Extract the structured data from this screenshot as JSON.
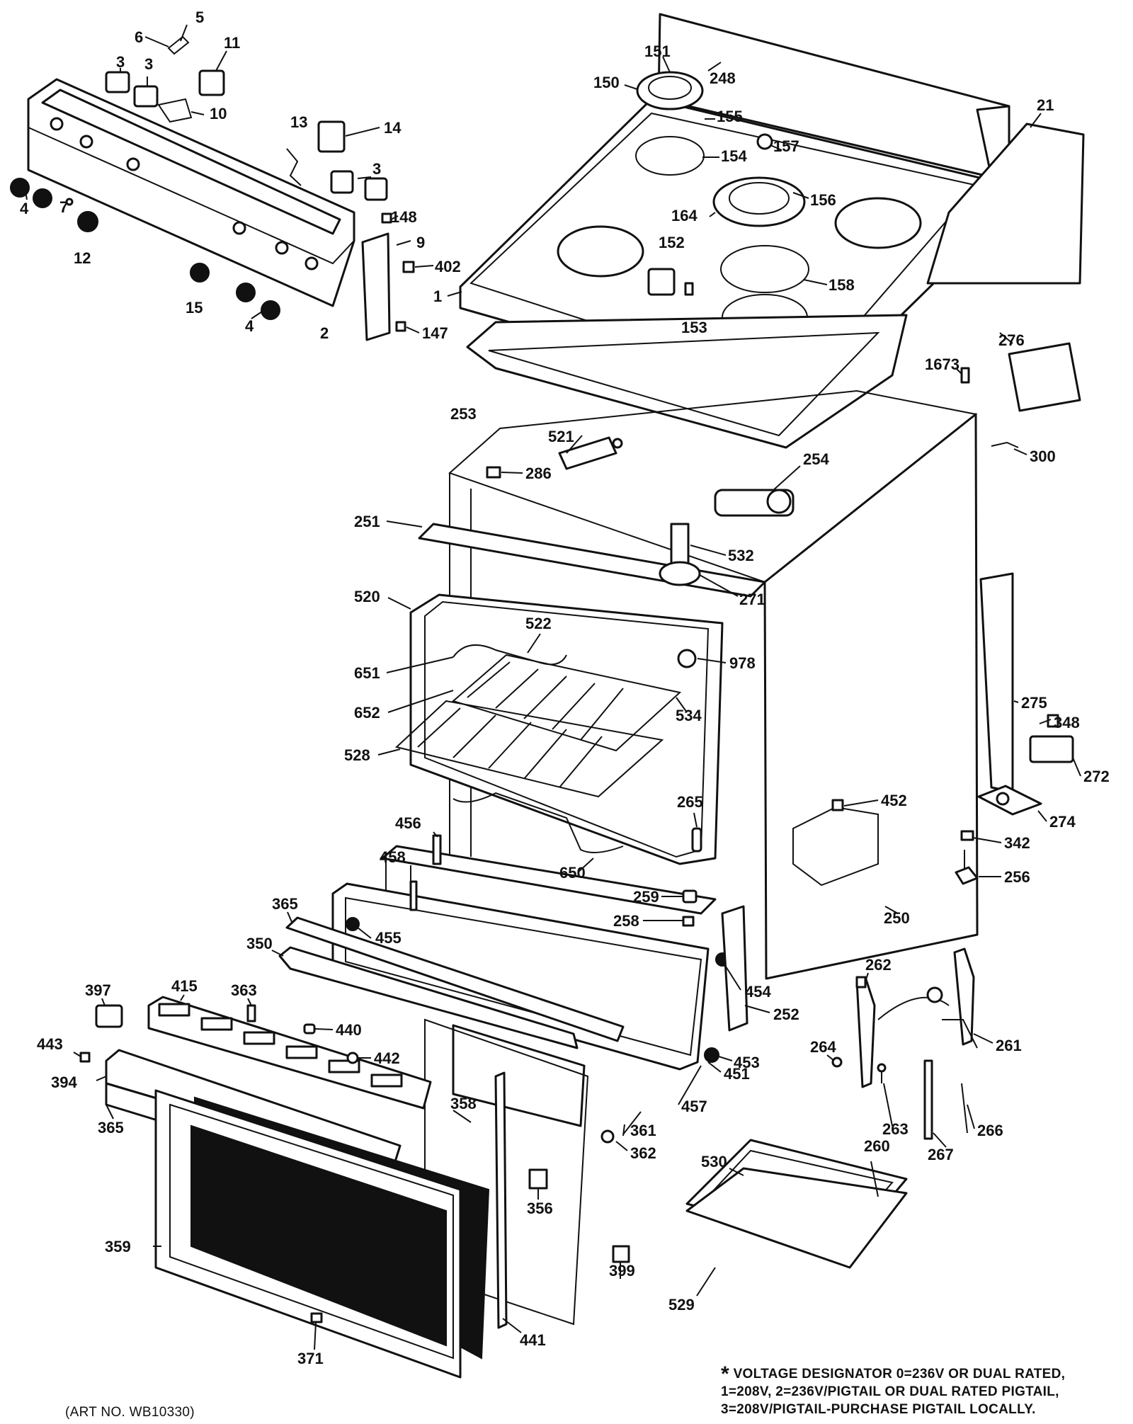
{
  "labels": {
    "l5": "5",
    "l6": "6",
    "l11": "11",
    "l3a": "3",
    "l3b": "3",
    "l10": "10",
    "l13": "13",
    "l14": "14",
    "l3c": "3",
    "l4a": "4",
    "l7": "7",
    "l12": "12",
    "l148": "148",
    "l9": "9",
    "l402": "402",
    "l15": "15",
    "l4b": "4",
    "l2": "2",
    "l147": "147",
    "l151": "151",
    "l248": "248",
    "l150": "150",
    "l155": "155",
    "l157": "157",
    "l154": "154",
    "l156": "156",
    "l164": "164",
    "l152": "152",
    "l158": "158",
    "l153": "153",
    "l1": "1",
    "l21": "21",
    "l253": "253",
    "l276": "276",
    "l1673": "1673",
    "l300": "300",
    "l521": "521",
    "l286": "286",
    "l254": "254",
    "l251": "251",
    "l532": "532",
    "l271": "271",
    "l520": "520",
    "l522": "522",
    "l978": "978",
    "l651": "651",
    "l652": "652",
    "l534": "534",
    "l528": "528",
    "l275": "275",
    "l348": "348",
    "l272": "272",
    "l265": "265",
    "l452": "452",
    "l274": "274",
    "l456": "456",
    "l342": "342",
    "l256": "256",
    "l458": "458",
    "l650": "650",
    "l259": "259",
    "l365a": "365",
    "l455": "455",
    "l258": "258",
    "l250": "250",
    "l350": "350",
    "l454": "454",
    "l262": "262",
    "l397": "397",
    "l415": "415",
    "l363": "363",
    "l440": "440",
    "l252": "252",
    "l261": "261",
    "l443": "443",
    "l442": "442",
    "l453": "453",
    "l264": "264",
    "l394": "394",
    "l451": "451",
    "l358": "358",
    "l457": "457",
    "l263": "263",
    "l266": "266",
    "l365b": "365",
    "l361": "361",
    "l362": "362",
    "l260": "260",
    "l267": "267",
    "l530": "530",
    "l356": "356",
    "l359": "359",
    "l399": "399",
    "l529": "529",
    "l441": "441",
    "l371": "371"
  },
  "note": {
    "star": "*",
    "line1": "VOLTAGE DESIGNATOR 0=236V OR DUAL RATED,",
    "line2": "1=208V, 2=236V/PIGTAIL OR DUAL RATED PIGTAIL,",
    "line3": "3=208V/PIGTAIL-PURCHASE PIGTAIL LOCALLY."
  },
  "art_number": "(ART NO. WB10330)"
}
